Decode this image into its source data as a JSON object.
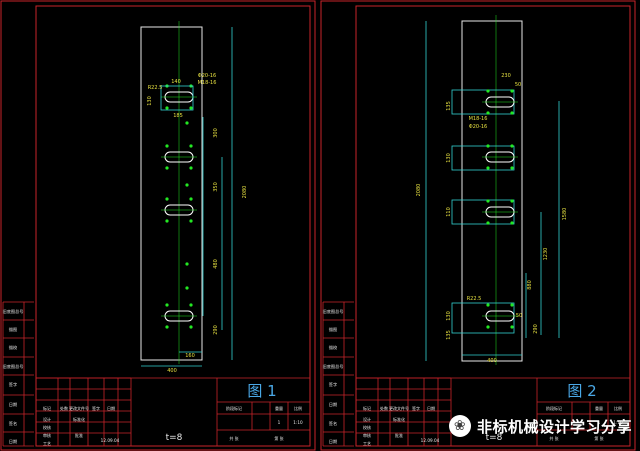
{
  "colors": {
    "background": "#000000",
    "border": "#c8242a",
    "outline": "#e8e8e8",
    "dimension": "#32d2d2",
    "dim_text": "#e6e040",
    "hole": "#ffffff",
    "center_mark": "#23e823",
    "table_line": "#c8242a",
    "table_text": "#e8e8e8",
    "title_text": "#4aa8e6"
  },
  "sheet1": {
    "title": "图 1",
    "thickness": "t=8",
    "date": "12.09.04",
    "dims": {
      "top_width": "140",
      "hole_dia": "Φ20-16",
      "thread": "M18-16",
      "radius": "R22.5",
      "left_v": "130",
      "slot": "185",
      "v_300": "300",
      "v_350": "350",
      "v_480": "480",
      "v_290": "290",
      "total_h": "2080",
      "bottom_160": "160",
      "width_400": "400"
    },
    "side_table": [
      "旧底图总号",
      "描图",
      "描校",
      "旧底图总号",
      "签字",
      "日期",
      "签名",
      "日期"
    ]
  },
  "sheet2": {
    "title": "图 2",
    "thickness": "t=8",
    "date": "12.09.04",
    "dims": {
      "top_width": "230",
      "top_50": "50",
      "v_135": "135",
      "thread": "M18-16",
      "hole_dia": "Φ20-16",
      "v_130": "130",
      "v_110": "110",
      "radius": "R22.5",
      "v_130b": "130",
      "v_135b": "135",
      "v_50": "50",
      "v_290": "290",
      "v_880": "880",
      "v_1230": "1230",
      "v_1580": "1580",
      "total_h": "2080",
      "width_400": "400"
    },
    "side_table": [
      "旧底图总号",
      "描图",
      "描校",
      "旧底图总号",
      "签字",
      "日期",
      "签名",
      "日期"
    ]
  },
  "title_block": {
    "cols": [
      "标记",
      "处数",
      "更改文件号",
      "签字",
      "日期"
    ],
    "rows": [
      "设计",
      "校核",
      "审核",
      "工艺"
    ],
    "std": "标准化",
    "approve": "批准",
    "stage": "阶段标记",
    "weight": "重量",
    "scale": "比例",
    "qty": "1",
    "ratio": "1:10",
    "sheet": "共 张",
    "sheet_of": "第 张"
  },
  "watermark": {
    "logo": "❀",
    "text": "非标机械设计学习分享"
  }
}
